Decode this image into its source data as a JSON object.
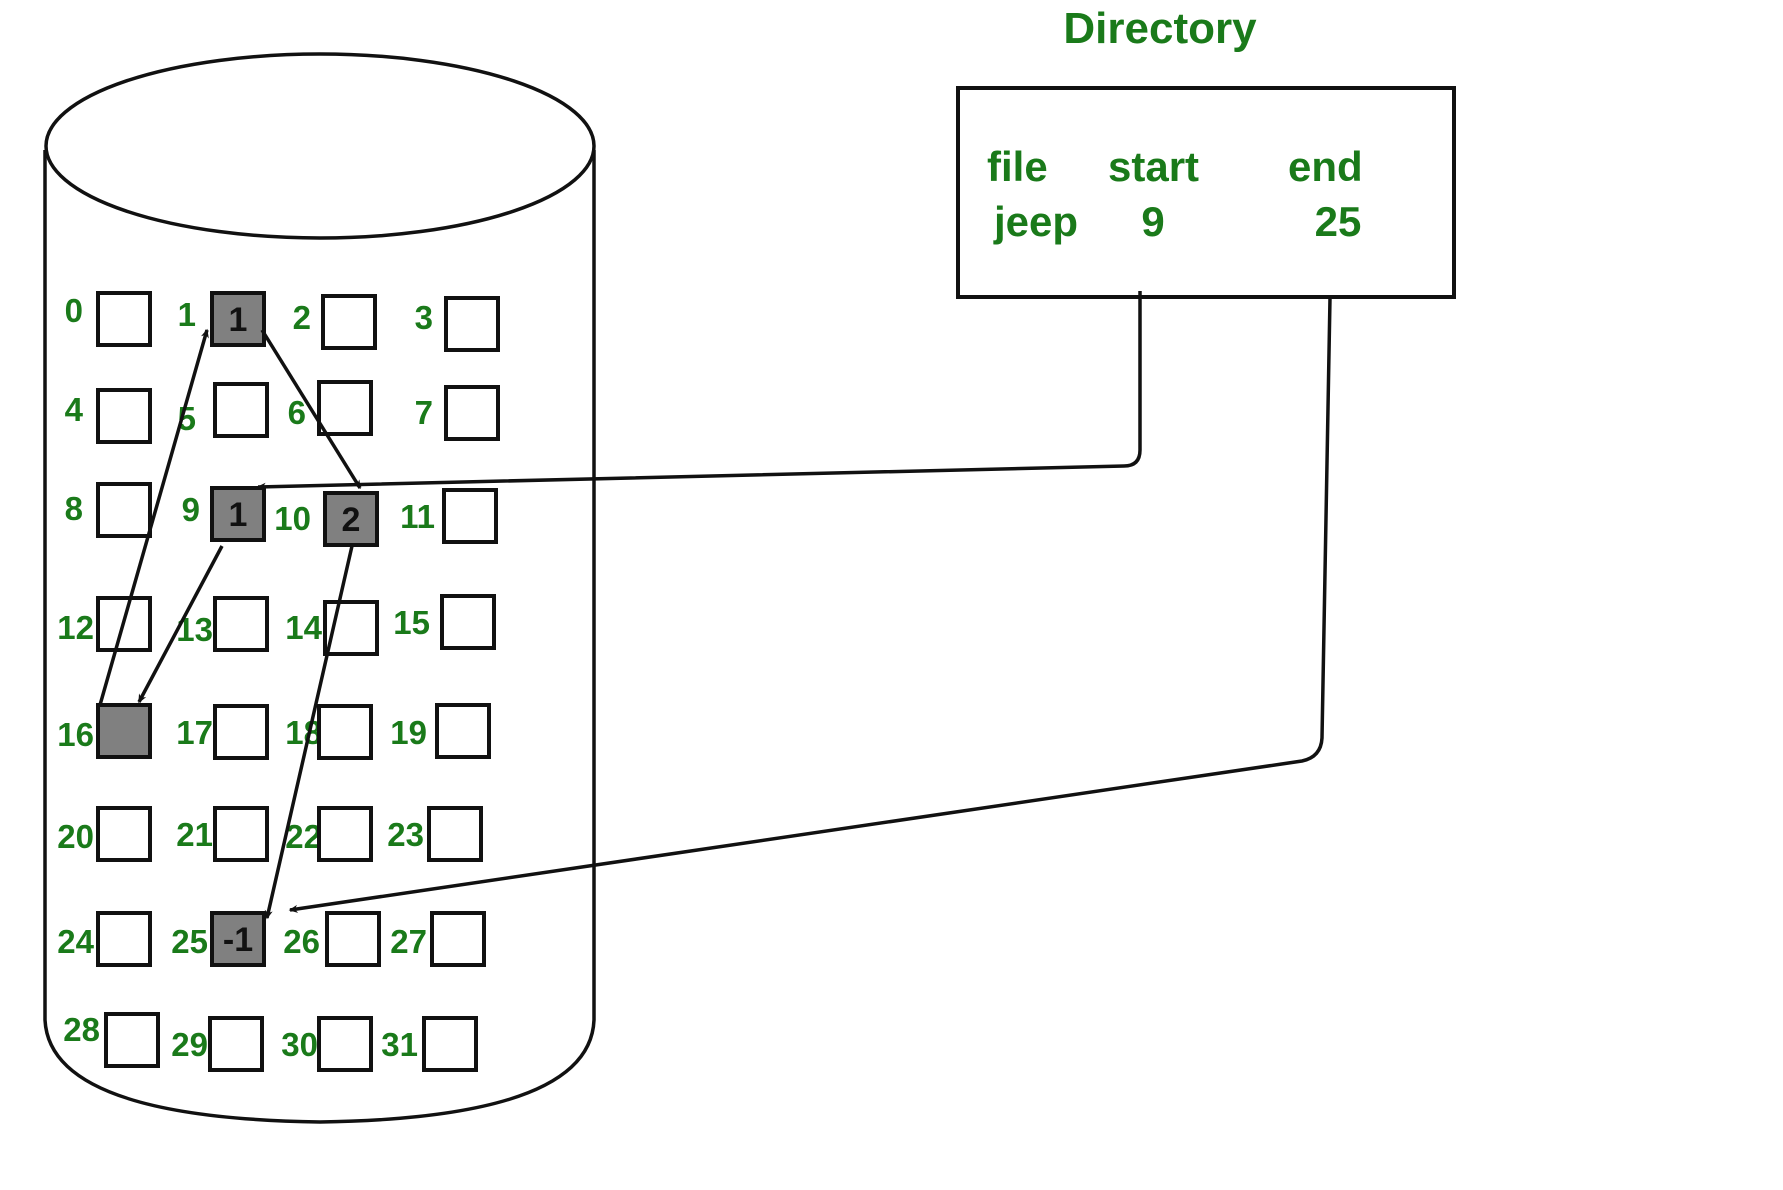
{
  "directory": {
    "title": "Directory",
    "headers": [
      "file",
      "start",
      "end"
    ],
    "rows": [
      {
        "file": "jeep",
        "start": "9",
        "end": "25"
      }
    ]
  },
  "disk": {
    "block_count": 32,
    "blocks": [
      {
        "id": "0",
        "value": ""
      },
      {
        "id": "1",
        "value": "1"
      },
      {
        "id": "2",
        "value": ""
      },
      {
        "id": "3",
        "value": ""
      },
      {
        "id": "4",
        "value": ""
      },
      {
        "id": "5",
        "value": ""
      },
      {
        "id": "6",
        "value": ""
      },
      {
        "id": "7",
        "value": ""
      },
      {
        "id": "8",
        "value": ""
      },
      {
        "id": "9",
        "value": "1"
      },
      {
        "id": "10",
        "value": "2"
      },
      {
        "id": "11",
        "value": ""
      },
      {
        "id": "12",
        "value": ""
      },
      {
        "id": "13",
        "value": ""
      },
      {
        "id": "14",
        "value": ""
      },
      {
        "id": "15",
        "value": ""
      },
      {
        "id": "16",
        "value": ""
      },
      {
        "id": "17",
        "value": ""
      },
      {
        "id": "18",
        "value": ""
      },
      {
        "id": "19",
        "value": ""
      },
      {
        "id": "20",
        "value": ""
      },
      {
        "id": "21",
        "value": ""
      },
      {
        "id": "22",
        "value": ""
      },
      {
        "id": "23",
        "value": ""
      },
      {
        "id": "24",
        "value": ""
      },
      {
        "id": "25",
        "value": "-1"
      },
      {
        "id": "26",
        "value": ""
      },
      {
        "id": "27",
        "value": ""
      },
      {
        "id": "28",
        "value": ""
      },
      {
        "id": "29",
        "value": ""
      },
      {
        "id": "30",
        "value": ""
      },
      {
        "id": "31",
        "value": ""
      }
    ],
    "allocated_blocks": [
      "1",
      "9",
      "10",
      "16",
      "25"
    ],
    "chain": [
      {
        "from": "directory.start",
        "to": "9"
      },
      {
        "from": "9",
        "to": "16"
      },
      {
        "from": "16",
        "to": "1"
      },
      {
        "from": "1",
        "to": "10"
      },
      {
        "from": "10",
        "to": "25"
      },
      {
        "from": "directory.end",
        "to": "25"
      }
    ]
  },
  "colors": {
    "label_green": "#1a7a1a",
    "allocated_fill": "#808080",
    "free_fill": "#ffffff",
    "stroke": "#111111"
  }
}
